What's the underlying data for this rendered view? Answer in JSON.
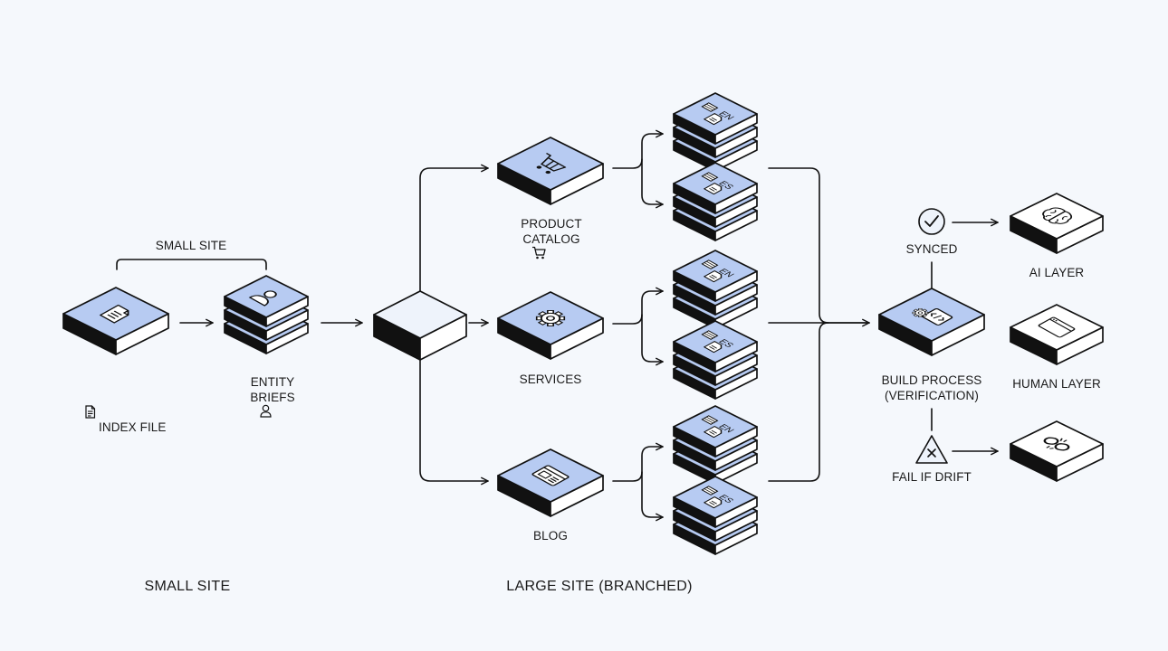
{
  "colors": {
    "tile_top": "#b7cbf2",
    "tile_top_plain": "#eef3fb",
    "stroke": "#111111",
    "background": "#f5f8fc"
  },
  "labels": {
    "small_site_bracket": "SMALL SITE",
    "index_file": "INDEX FILE",
    "entity_briefs": "ENTITY\nBRIEFS",
    "product_catalog": "PRODUCT\nCATALOG",
    "services": "SERVICES",
    "blog": "BLOG",
    "synced": "SYNCED",
    "build_process": "BUILD PROCESS\n(VERIFICATION)",
    "fail_if_drift": "FAIL IF DRIFT",
    "ai_layer": "AI LAYER",
    "human_layer": "HUMAN LAYER",
    "small_site_caption": "SMALL SITE",
    "large_site_caption": "LARGE SITE (BRANCHED)"
  },
  "locale_tags": {
    "en": "EN",
    "es": "ES"
  },
  "icons": {
    "index_file": "document-icon",
    "entity_briefs": "person-icon",
    "hub": "plain-tile",
    "product_catalog": "cart-icon",
    "services": "gear-icon",
    "blog": "browser-layout-icon",
    "build_process": "gear-code-icon",
    "synced": "check-circle-icon",
    "fail_if_drift": "warning-x-icon",
    "ai_layer": "brain-icon",
    "human_layer": "browser-window-icon",
    "broken_link": "broken-link-icon",
    "locale_en": "flag-document-icon",
    "locale_es": "flag-document-icon"
  }
}
